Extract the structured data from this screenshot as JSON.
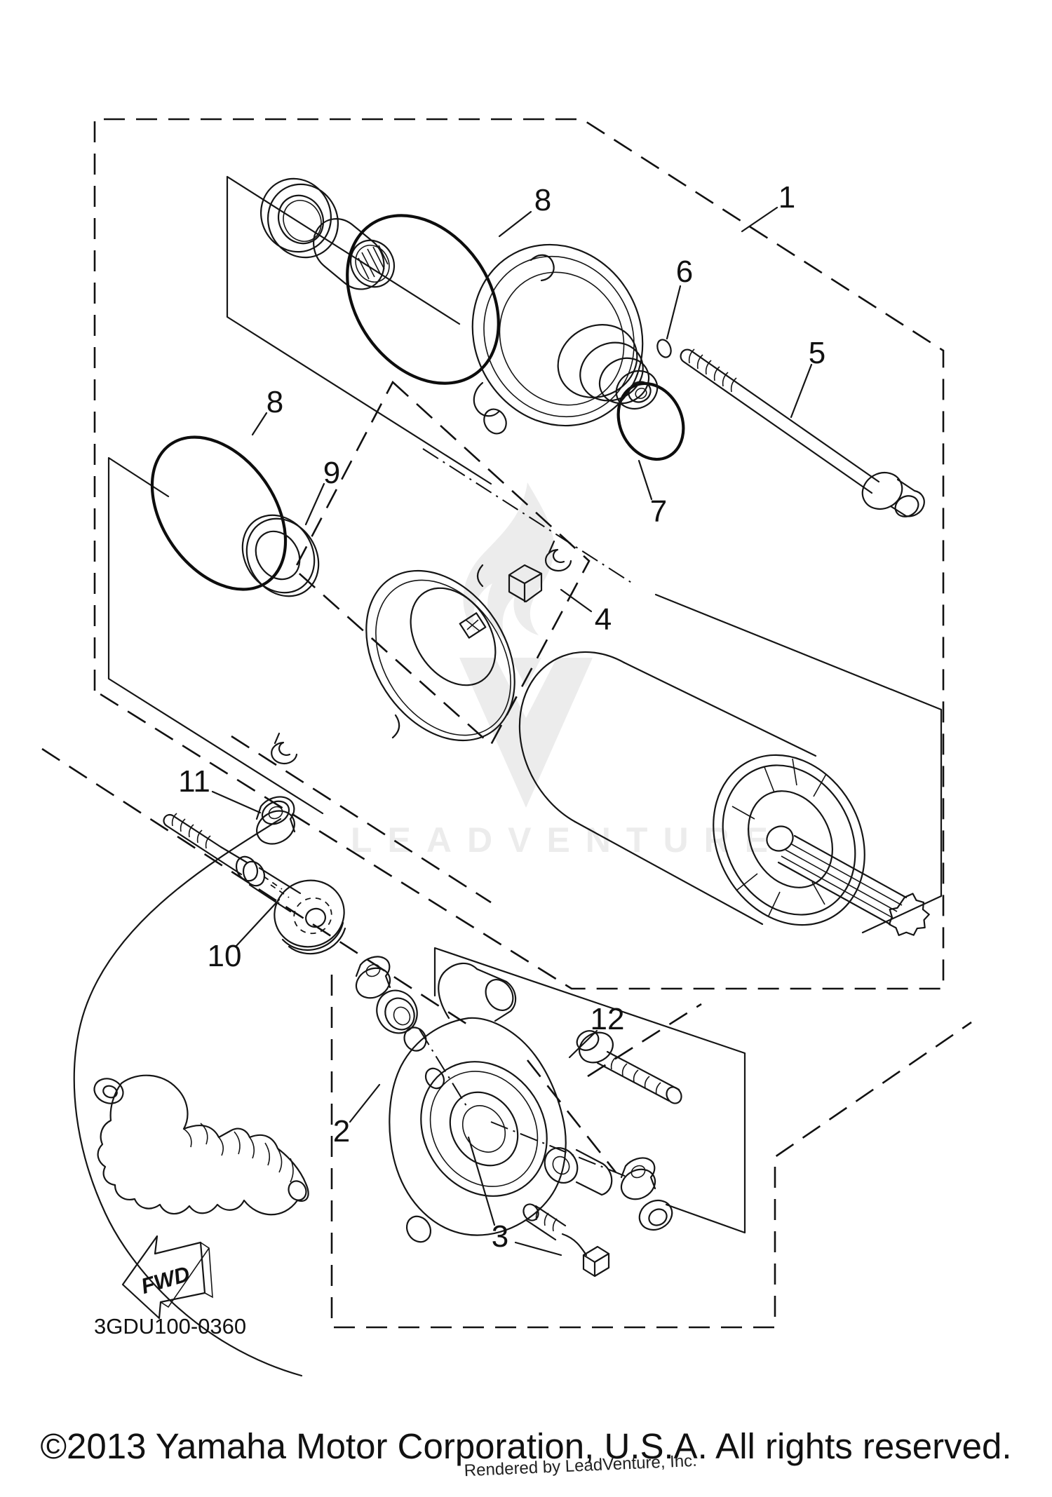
{
  "figure": {
    "title": "Yamaha starting motor exploded parts diagram",
    "watermark_text": "LEADVENTURE",
    "diagram_code": "3GDU100-0360",
    "fwd_label": "FWD",
    "copyright": "©2013 Yamaha Motor Corporation, U.S.A. All rights reserved.",
    "rendered_by": "Rendered by LeadVenture, Inc.",
    "callouts": {
      "c1": "1",
      "c2": "2",
      "c3": "3",
      "c4": "4",
      "c5": "5",
      "c6": "6",
      "c7": "7",
      "c8a": "8",
      "c8b": "8",
      "c9": "9",
      "c10": "10",
      "c11": "11",
      "c12": "12"
    }
  }
}
